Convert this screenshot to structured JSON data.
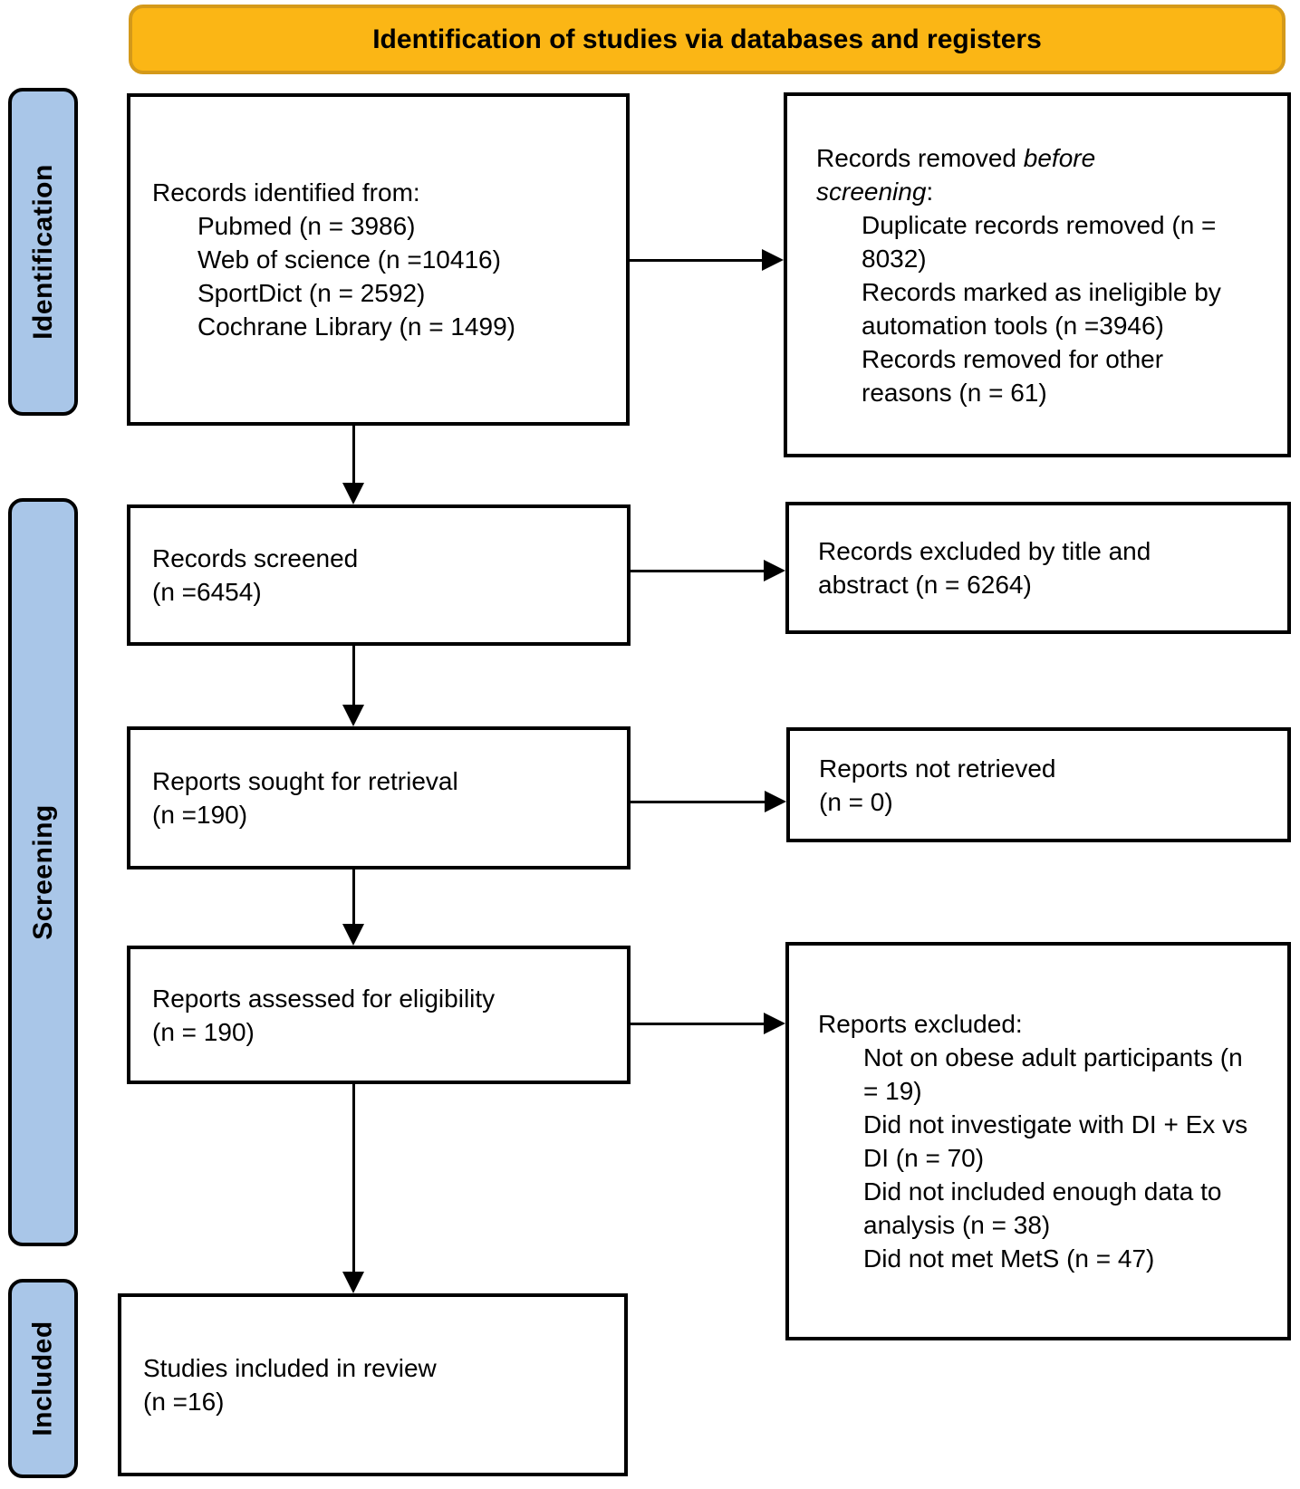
{
  "header": {
    "title": "Identification of studies via databases and registers"
  },
  "stages": {
    "identification": "Identification",
    "screening": "Screening",
    "included": "Included"
  },
  "boxes": {
    "records_identified": {
      "heading": "Records identified from:",
      "items": [
        "Pubmed (n = 3986)",
        "Web of science (n =10416)",
        "SportDict (n = 2592)",
        "Cochrane Library (n = 1499)"
      ]
    },
    "records_removed": {
      "prefix": "Records removed ",
      "italic": "before screening",
      "suffix": ":",
      "items": [
        "Duplicate records removed (n = 8032)",
        "Records marked as ineligible by automation tools (n =3946)",
        "Records removed for other reasons (n = 61)"
      ]
    },
    "records_screened": {
      "line1": "Records screened",
      "line2": "(n =6454)"
    },
    "records_excluded": {
      "text": "Records excluded by title and abstract (n = 6264)"
    },
    "reports_sought": {
      "line1": "Reports sought for retrieval",
      "line2": "(n =190)"
    },
    "reports_not_retrieved": {
      "line1": "Reports not retrieved",
      "line2": "(n = 0)"
    },
    "reports_assessed": {
      "line1": "Reports assessed for eligibility",
      "line2": "(n = 190)"
    },
    "reports_excluded": {
      "heading": "Reports excluded:",
      "items": [
        "Not on obese adult participants (n = 19)",
        "Did not investigate with DI + Ex vs DI (n = 70)",
        "Did not included enough data to analysis (n = 38)",
        "Did not met MetS (n = 47)"
      ]
    },
    "studies_included": {
      "line1": "Studies included in review",
      "line2": "(n =16)"
    }
  },
  "colors": {
    "header_fill": "#FBB615",
    "header_border": "#D4991A",
    "stage_fill": "#A9C6E8",
    "line_color": "#000000"
  }
}
